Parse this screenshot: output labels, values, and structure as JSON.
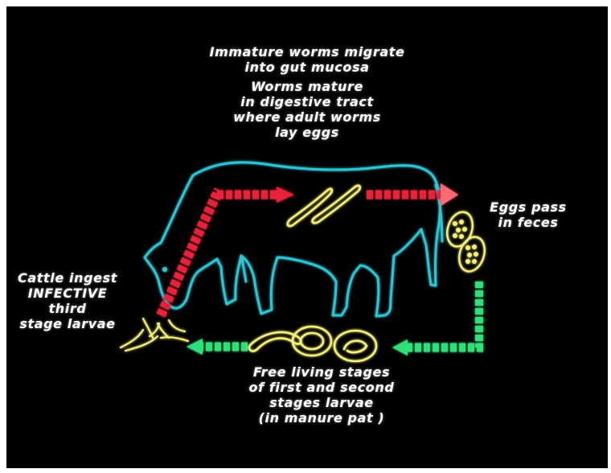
{
  "labels": {
    "migrate": "Immature worms migrate\ninto gut mucosa",
    "mature": "Worms mature\nin digestive tract\nwhere adult worms\nlay eggs",
    "eggs": "Eggs pass\nin feces",
    "ingest": "Cattle ingest\nINFECTIVE\nthird\nstage larvae",
    "free": "Free living stages\nof first and second\nstages larvae\n(in manure pat )"
  },
  "colors": {
    "background": "#000000",
    "cow_outline": "#29c6d6",
    "worm_outline": "#f4f07a",
    "arrow_red": "#e8203a",
    "arrow_green": "#2fe07a",
    "text": "#ffffff"
  }
}
